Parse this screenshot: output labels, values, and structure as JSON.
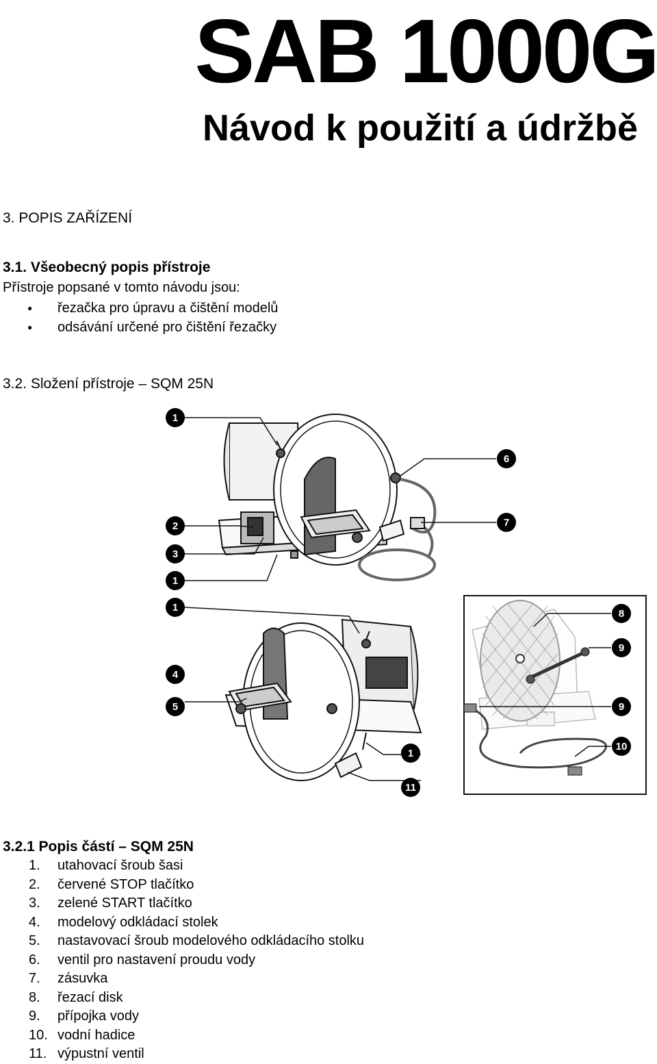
{
  "header": {
    "title": "SAB 1000G",
    "subtitle": "Návod k použití  a údržbě"
  },
  "section3": {
    "heading": "3. POPIS ZAŘÍZENÍ"
  },
  "section31": {
    "heading": "3.1. Všeobecný popis přístroje",
    "intro": "Přístroje popsané v tomto návodu jsou:",
    "bullets": [
      "řezačka pro úpravu a čištění  modelů",
      "odsávání určené pro čištění řezačky"
    ]
  },
  "section32": {
    "heading": "3.2. Složení přístroje – SQM 25N"
  },
  "figure": {
    "callouts": [
      "1",
      "6",
      "2",
      "7",
      "3",
      "1",
      "1",
      "8",
      "9",
      "4",
      "5",
      "9",
      "10",
      "1",
      "11"
    ]
  },
  "section321": {
    "heading": "3.2.1 Popis částí – SQM 25N",
    "items": [
      {
        "num": "1.",
        "text": "utahovací šroub šasi"
      },
      {
        "num": "2.",
        "text": "červené STOP tlačítko"
      },
      {
        "num": "3.",
        "text": "zelené START tlačítko"
      },
      {
        "num": "4.",
        "text": "modelový odkládací stolek"
      },
      {
        "num": "5.",
        "text": "nastavovací šroub modelového odkládacího stolku"
      },
      {
        "num": "6.",
        "text": "ventil pro nastavení proudu vody"
      },
      {
        "num": "7.",
        "text": "zásuvka"
      },
      {
        "num": "8.",
        "text": "řezací disk"
      },
      {
        "num": "9.",
        "text": "přípojka vody"
      },
      {
        "num": "10.",
        "text": "vodní hadice"
      },
      {
        "num": "11.",
        "text": "výpustní ventil"
      }
    ]
  }
}
